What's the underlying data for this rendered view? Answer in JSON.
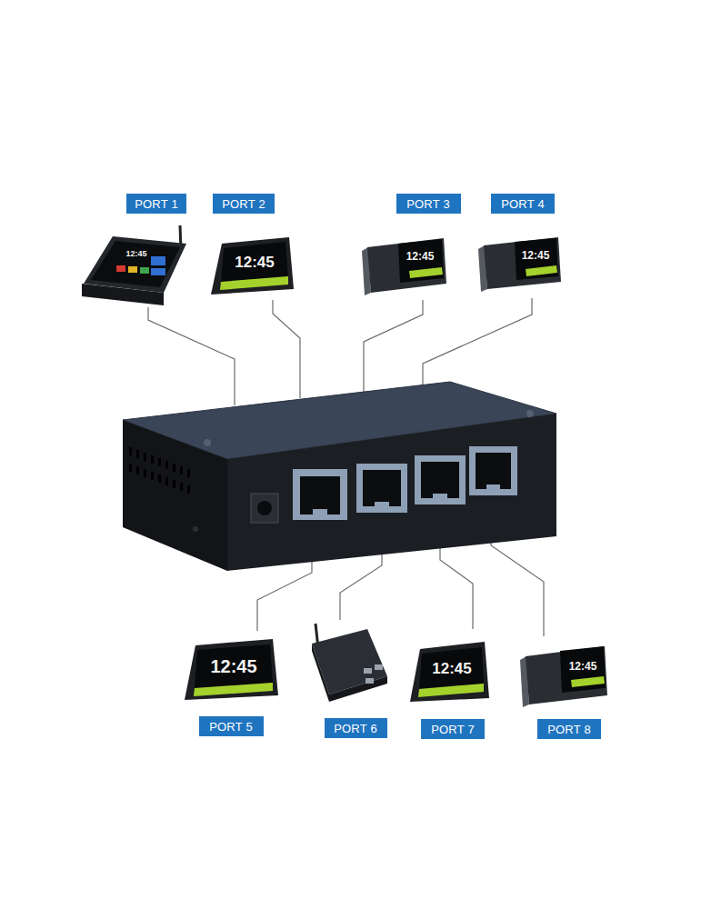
{
  "diagram": {
    "nodes": [
      {
        "text": [
          "PORT 1"
        ]
      },
      {
        "text": [
          "PORT 2"
        ]
      },
      {
        "text": [
          "PORT 3"
        ]
      },
      {
        "text": [
          "PORT 4"
        ]
      },
      {
        "text": [
          "PORT 5"
        ]
      },
      {
        "text": [
          "PORT 6"
        ]
      },
      {
        "text": [
          "PORT 7"
        ]
      },
      {
        "text": [
          "PORT 8"
        ]
      }
    ],
    "labels": [
      "12:45",
      "12:45",
      "12:45",
      "12:45",
      "12:45",
      "12:45",
      "12:45"
    ]
  }
}
